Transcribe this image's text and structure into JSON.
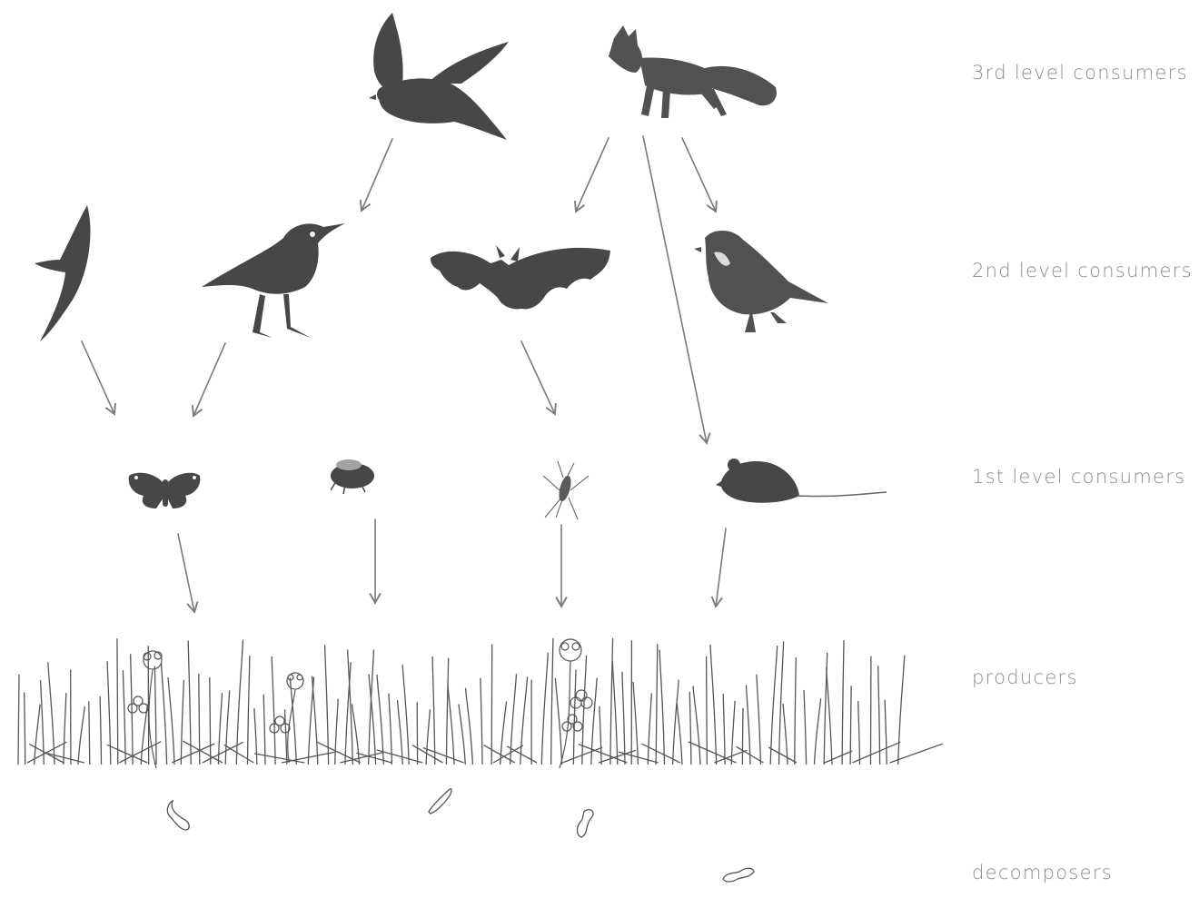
{
  "levels": {
    "third": "3rd level consumers",
    "second": "2nd level consumers",
    "first": "1st level consumers",
    "producers": "producers",
    "decomposers": "decomposers"
  },
  "organisms": {
    "third_level": [
      "hawk-icon",
      "fox-icon"
    ],
    "second_level": [
      "swift-icon",
      "starling-icon",
      "bat-icon",
      "sparrow-icon"
    ],
    "first_level": [
      "butterfly-icon",
      "bee-icon",
      "mosquito-icon",
      "mouse-icon"
    ],
    "producers": [
      "grass-icon",
      "clover-icon"
    ],
    "decomposers": [
      "worm-icon"
    ]
  },
  "colors": {
    "label": "#8c8c8c",
    "arrow": "#7a7a7a",
    "animal": "#4a4a4a"
  }
}
